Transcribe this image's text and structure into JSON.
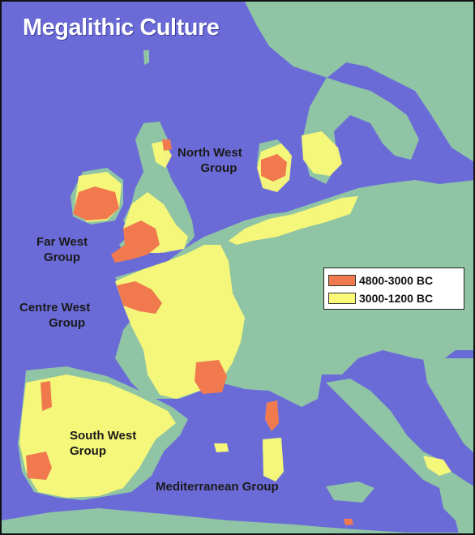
{
  "title": "Megalithic Culture",
  "colors": {
    "sea": "#6b6bd8",
    "land": "#8fc4a4",
    "early": "#f07a4e",
    "late": "#fafa78",
    "text": "#1a1a1a"
  },
  "groups": {
    "north_west": [
      "North West",
      "Group"
    ],
    "far_west": [
      "Far West",
      "Group"
    ],
    "centre_west": [
      "Centre West",
      "Group"
    ],
    "south_west": [
      "South West",
      "Group"
    ],
    "mediterranean": [
      "Mediterranean Group"
    ]
  },
  "legend": [
    {
      "label": "4800-3000 BC",
      "color": "#f07a4e"
    },
    {
      "label": "3000-1200 BC",
      "color": "#fafa78"
    }
  ]
}
